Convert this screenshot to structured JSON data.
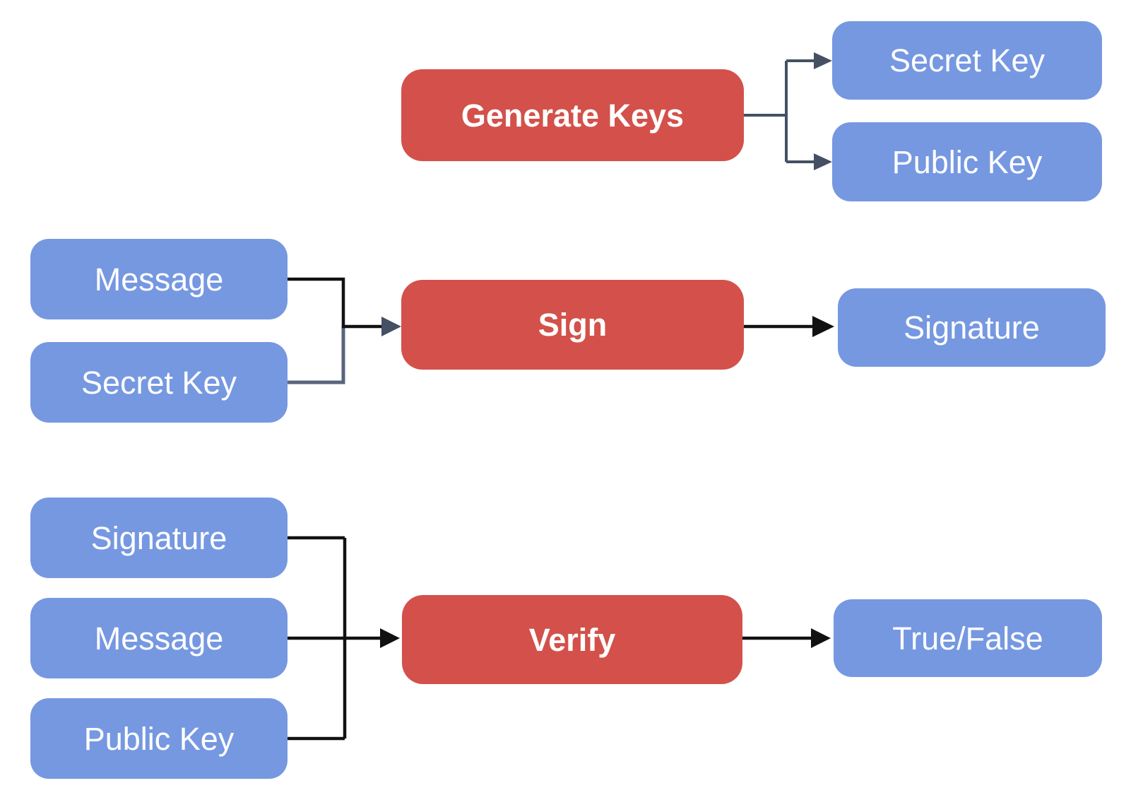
{
  "colors": {
    "process_fill": "#d3514a",
    "data_fill": "#7698e1",
    "node_text": "#ffffff",
    "connector_dark": "#455064",
    "connector_slate": "#59647c",
    "connector_black": "#111111",
    "background": "#ffffff"
  },
  "nodes": {
    "generate_keys": {
      "label": "Generate Keys",
      "type": "process"
    },
    "secret_key_out": {
      "label": "Secret Key",
      "type": "data"
    },
    "public_key_out": {
      "label": "Public Key",
      "type": "data"
    },
    "message_sign": {
      "label": "Message",
      "type": "data"
    },
    "secret_key_sign": {
      "label": "Secret Key",
      "type": "data"
    },
    "sign": {
      "label": "Sign",
      "type": "process"
    },
    "signature_out": {
      "label": "Signature",
      "type": "data"
    },
    "signature_verify": {
      "label": "Signature",
      "type": "data"
    },
    "message_verify": {
      "label": "Message",
      "type": "data"
    },
    "public_key_verify": {
      "label": "Public Key",
      "type": "data"
    },
    "verify": {
      "label": "Verify",
      "type": "process"
    },
    "true_false_out": {
      "label": "True/False",
      "type": "data"
    }
  },
  "edges": [
    {
      "from": "generate_keys",
      "to": "secret_key_out"
    },
    {
      "from": "generate_keys",
      "to": "public_key_out"
    },
    {
      "from": "message_sign",
      "to": "sign"
    },
    {
      "from": "secret_key_sign",
      "to": "sign"
    },
    {
      "from": "sign",
      "to": "signature_out"
    },
    {
      "from": "signature_verify",
      "to": "verify"
    },
    {
      "from": "message_verify",
      "to": "verify"
    },
    {
      "from": "public_key_verify",
      "to": "verify"
    },
    {
      "from": "verify",
      "to": "true_false_out"
    }
  ]
}
